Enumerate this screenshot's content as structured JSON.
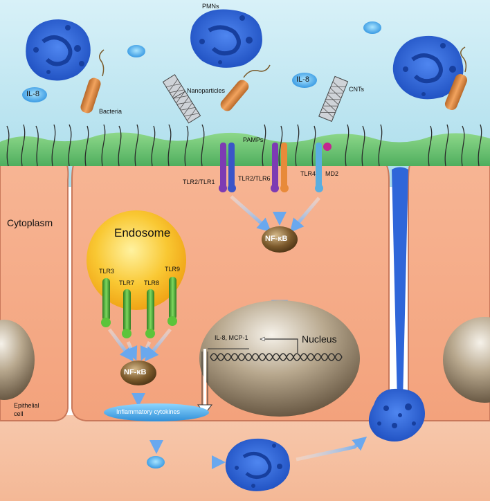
{
  "labels": {
    "pmns": "PMNs",
    "il8_left": "IL-8",
    "il8_right": "IL-8",
    "bacteria": "Bacteria",
    "nanoparticles": "Nanoparticles",
    "cnts": "CNTs",
    "pamps": "PAMPs",
    "tlr2_tlr1": "TLR2/TLR1",
    "tlr2_tlr6": "TLR2/TLR6",
    "tlr4": "TLR4",
    "md2": "MD2",
    "cytoplasm": "Cytoplasm",
    "endosome": "Endosome",
    "tlr3": "TLR3",
    "tlr7": "TLR7",
    "tlr8": "TLR8",
    "tlr9": "TLR9",
    "nfkb_top": "NF-κB",
    "nfkb_bottom": "NF-κB",
    "nucleus": "Nucleus",
    "il8_mcp1": "IL-8, MCP-1",
    "epithelial_cell": "Epithelial\ncell",
    "inflammatory_cytokines": "Inflammatory cytokines"
  },
  "colors": {
    "extracellular": "#bfe8f3",
    "cell_body": "#f6b08e",
    "cell_border": "#c9785a",
    "villi": "#6dc87c",
    "endosome": "#f7b71c",
    "nucleus": "#7a6a55",
    "neutrophil": "#2f66d9",
    "nfkb": "#6b4a22",
    "arrow": "#7fb2ee",
    "cytokine": "#3fa2e6",
    "tlr_green": "#3e9a2f",
    "tlr_purple": "#7d3bb3",
    "tlr_blue": "#3a55c8",
    "tlr_orange": "#e88a3a",
    "tlr4_blue": "#5aaee0",
    "md2_pink": "#c2268f"
  }
}
